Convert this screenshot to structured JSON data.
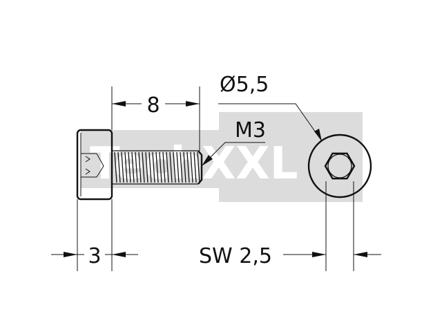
{
  "drawing": {
    "watermark": "TechXXL",
    "dimensions": {
      "length": "8",
      "diameter": "Ø5,5",
      "thread": "M3",
      "head_height": "3",
      "hex_key": "SW 2,5"
    }
  },
  "colors": {
    "line": "#111111",
    "watermark_fill": "#dcdcdc",
    "background": "#ffffff"
  }
}
